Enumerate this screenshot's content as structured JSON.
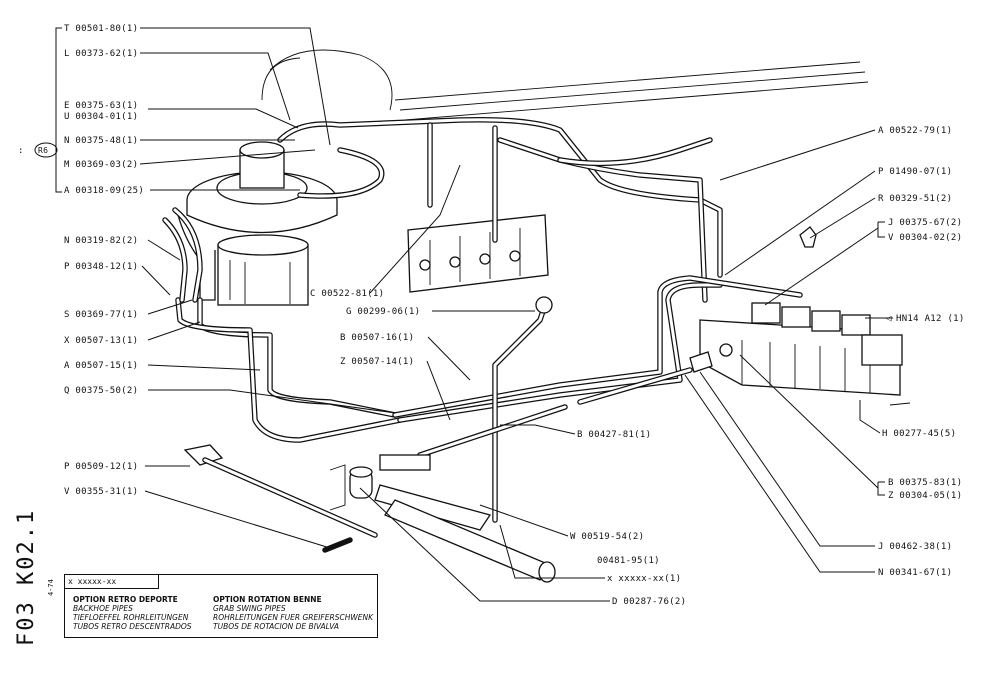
{
  "sheet": {
    "number": "F03 K02.1",
    "date": "4-74",
    "code": "x xxxxx-xx"
  },
  "titles": {
    "left": [
      "OPTION RETRO DEPORTE",
      "BACKHOE PIPES",
      "TIEFLOEFFEL ROHRLEITUNGEN",
      "TUBOS RETRO DESCENTRADOS"
    ],
    "right": [
      "OPTION ROTATION BENNE",
      "GRAB SWING PIPES",
      "ROHRLEITUNGEN FUER GREIFERSCHWENK",
      "TUBOS DE ROTACION DE BIVALVA"
    ]
  },
  "marker": "R6",
  "labels": {
    "T": "T 00501-80(1)",
    "L": "L 00373-62(1)",
    "E": "E 00375-63(1)",
    "U": "U 00304-01(1)",
    "N1": "N 00375-48(1)",
    "M": "M 00369-03(2)",
    "A1": "A 00318-09(25)",
    "N2": "N 00319-82(2)",
    "P1": "P 00348-12(1)",
    "S": "S 00369-77(1)",
    "X1": "X 00507-13(1)",
    "A2": "A 00507-15(1)",
    "Q": "Q 00375-50(2)",
    "P2": "P 00509-12(1)",
    "V1": "V 00355-31(1)",
    "C": "C 00522-81(1)",
    "G": "G 00299-06(1)",
    "B1": "B 00507-16(1)",
    "Z1": "Z 00507-14(1)",
    "B2": "B 00427-81(1)",
    "W": "W 00519-54(2)",
    "K": "00481-95(1)",
    "X2": "x xxxxx-xx(1)",
    "D": "D 00287-76(2)",
    "A3": "A 00522-79(1)",
    "P3": "P 01490-07(1)",
    "R": "R 00329-51(2)",
    "J1": "J 00375-67(2)",
    "V2": "V 00304-02(2)",
    "HN": "HN14 A12 (1)",
    "H": "H 00277-45(5)",
    "B3": "B 00375-83(1)",
    "Z2": "Z 00304-05(1)",
    "J2": "J 00462-38(1)",
    "N3": "N 00341-67(1)"
  }
}
